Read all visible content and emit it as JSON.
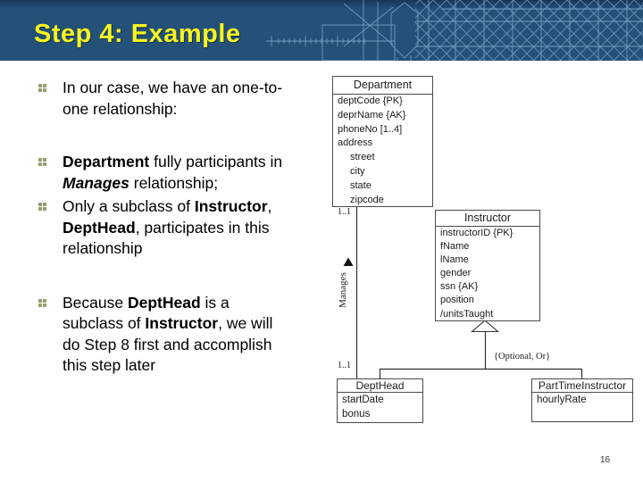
{
  "slide": {
    "title": "Step 4: Example",
    "page_number": "16"
  },
  "bullets": [
    {
      "segments": [
        {
          "text": "In our case, we have an one-to-\none relationship:"
        }
      ]
    },
    {
      "segments": [
        {
          "text": "Department"
        },
        {
          "text": " fully participants in\n"
        },
        {
          "text": "Manages"
        },
        {
          "text": " relationship;"
        }
      ]
    },
    {
      "segments": [
        {
          "text": "Only a subclass of "
        },
        {
          "text": "Instructor"
        },
        {
          "text": ",\n"
        },
        {
          "text": "DeptHead"
        },
        {
          "text": ", participates in this\nrelationship"
        }
      ]
    },
    {
      "segments": [
        {
          "text": "Because "
        },
        {
          "text": "DeptHead"
        },
        {
          "text": " is a\nsubclass of "
        },
        {
          "text": "Instructor"
        },
        {
          "text": ", we will\ndo Step 8 first and accomplish\nthis step later"
        }
      ]
    }
  ],
  "diagram": {
    "department": {
      "title": "Department",
      "attrs": [
        "deptCode {PK}",
        "deprName {AK}",
        "phoneNo [1..4]",
        "address",
        "street",
        "city",
        "state",
        "zipcode"
      ]
    },
    "instructor": {
      "title": "Instructor",
      "attrs": [
        "instructorID {PK}",
        "fName",
        "lName",
        "gender",
        "ssn {AK}",
        "position",
        "/unitsTaught"
      ]
    },
    "depthead": {
      "title": "DeptHead",
      "attrs": [
        "startDate",
        "bonus"
      ]
    },
    "parttime": {
      "title": "PartTimeInstructor",
      "attrs": [
        "hourlyRate"
      ]
    },
    "labels": {
      "mult_top": "1..1",
      "mult_bottom": "1..1",
      "relationship": "Manages",
      "constraint": "{Optional, Or}"
    }
  },
  "colors": {
    "banner_bg": "#235178",
    "banner_lines": "#7fa7cd",
    "title_yellow": "#f6f322",
    "bullet_square": "#9c9c72"
  }
}
